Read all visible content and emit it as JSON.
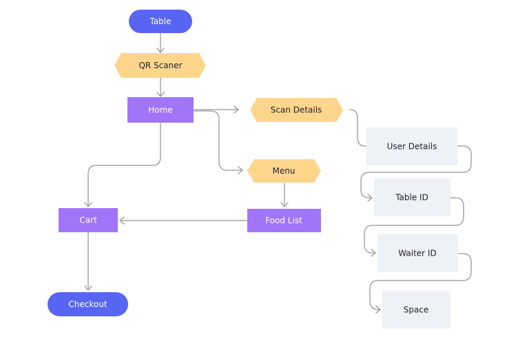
{
  "colors": {
    "terminal": "#5865f2",
    "process": "#a175f8",
    "decision": "#fdd68c",
    "detail": "#eef1f5",
    "connector": "#a6a6a6"
  },
  "nodes": {
    "table": "Table",
    "qr_scanner": "QR Scaner",
    "home": "Home",
    "scan_details": "Scan Details",
    "user_details": "User Details",
    "table_id": "Table ID",
    "waiter_id": "Waiter ID",
    "space": "Space",
    "menu": "Menu",
    "food_list": "Food List",
    "cart": "Cart",
    "checkout": "Checkout"
  }
}
